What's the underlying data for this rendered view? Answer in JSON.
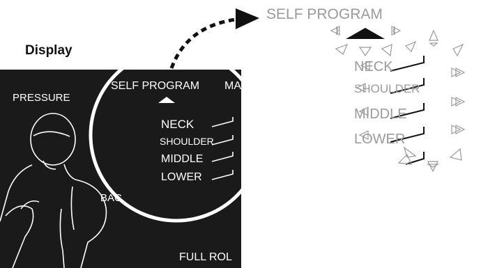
{
  "diagram": {
    "heading": "Display",
    "panel": {
      "pressure_label": "PRESSURE",
      "self_program_label": "SELF PROGRAM",
      "manual_label_partial": "MAN",
      "back_label_partial": "BAC",
      "full_roll_label_partial": "FULL ROL"
    },
    "magnifier": {
      "items": [
        "NECK",
        "SHOULDER",
        "MIDDLE",
        "LOWER"
      ]
    },
    "callout": {
      "title": "SELF PROGRAM",
      "items": [
        "NECK",
        "SHOULDER",
        "MIDDLE",
        "LOWER"
      ]
    },
    "colors": {
      "panel_bg": "#1a1a1a",
      "panel_text": "#ffffff",
      "callout_gray": "#9a9a9a",
      "arrow": "#111111"
    },
    "icons": [
      "seated-person-icon",
      "indicator-triangle-icon",
      "level-bar-icon",
      "dashed-arrow-icon"
    ]
  }
}
